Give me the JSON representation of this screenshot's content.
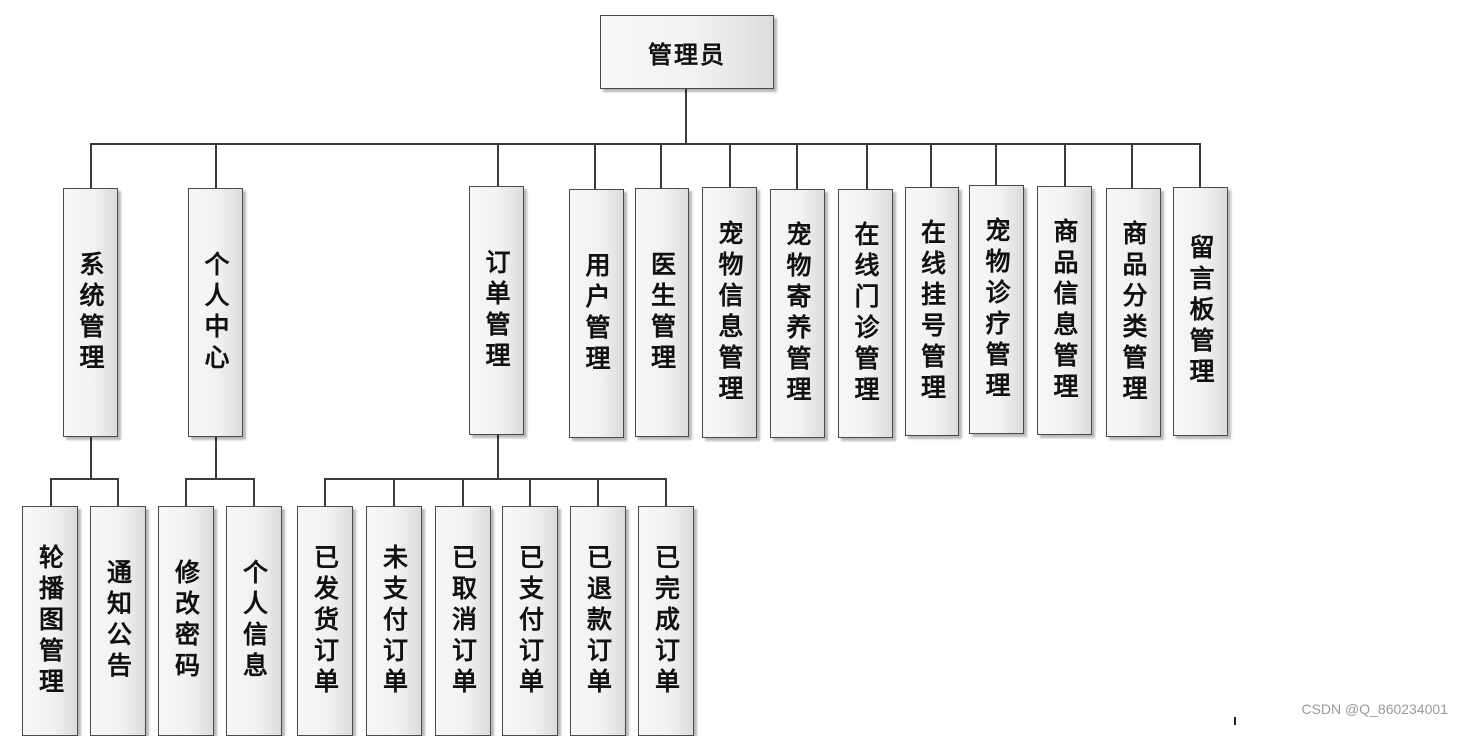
{
  "root": "管理员",
  "modules": [
    "系统管理",
    "个人中心",
    "订单管理",
    "用户管理",
    "医生管理",
    "宠物信息管理",
    "宠物寄养管理",
    "在线门诊管理",
    "在线挂号管理",
    "宠物诊疗管理",
    "商品信息管理",
    "商品分类管理",
    "留言板管理"
  ],
  "submodules": {
    "系统管理": [
      "轮播图管理",
      "通知公告"
    ],
    "个人中心": [
      "修改密码",
      "个人信息"
    ],
    "订单管理": [
      "已发货订单",
      "未支付订单",
      "已取消订单",
      "已支付订单",
      "已退款订单",
      "已完成订单"
    ]
  },
  "watermark": "CSDN @Q_860234001"
}
